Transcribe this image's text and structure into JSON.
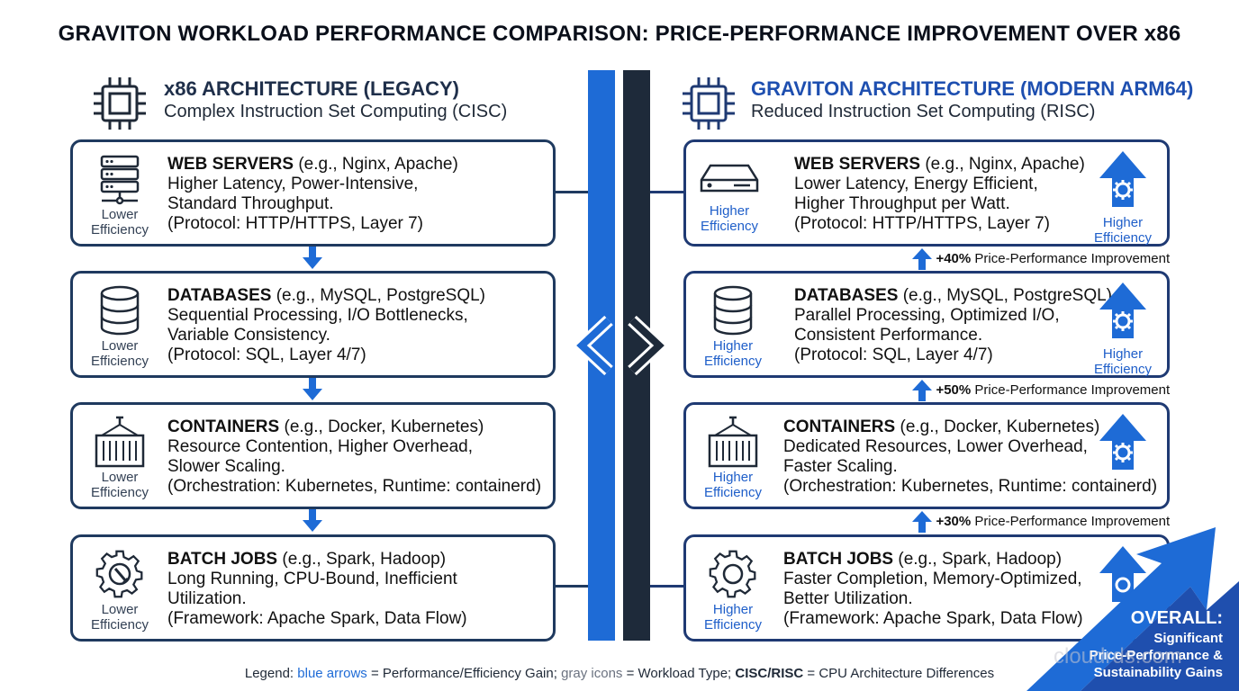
{
  "title": "GRAVITON WORKLOAD PERFORMANCE COMPARISON: PRICE-PERFORMANCE IMPROVEMENT OVER x86",
  "left": {
    "title": "x86 ARCHITECTURE (LEGACY)",
    "subtitle": "Complex Instruction Set Computing (CISC)",
    "icon": "cpu-chip-icon",
    "cards": [
      {
        "name": "WEB SERVERS",
        "examples": " (e.g., Nginx, Apache)",
        "line1": "Higher Latency, Power-Intensive,",
        "line2": "Standard Throughput.",
        "line3": "(Protocol: HTTP/HTTPS, Layer 7)",
        "efficiency": "Lower Efficiency",
        "eff1": "Lower",
        "eff2": "Efficiency",
        "icon": "server-rack-icon"
      },
      {
        "name": "DATABASES",
        "examples": " (e.g., MySQL, PostgreSQL)",
        "line1": "Sequential Processing, I/O Bottlenecks,",
        "line2": "Variable Consistency.",
        "line3": "(Protocol: SQL, Layer 4/7)",
        "efficiency": "Lower Efficiency",
        "eff1": "Lower",
        "eff2": "Efficiency",
        "icon": "database-icon"
      },
      {
        "name": "CONTAINERS",
        "examples": " (e.g., Docker, Kubernetes)",
        "line1": "Resource Contention, Higher Overhead,",
        "line2": "Slower Scaling.",
        "line3": "(Orchestration: Kubernetes, Runtime: containerd)",
        "efficiency": "Lower Efficiency",
        "eff1": "Lower",
        "eff2": "Efficiency",
        "icon": "shipping-container-icon"
      },
      {
        "name": "BATCH JOBS",
        "examples": " (e.g., Spark, Hadoop)",
        "line1": "Long Running, CPU-Bound, Inefficient",
        "line2": "Utilization.",
        "line3": "(Framework: Apache Spark, Data Flow)",
        "efficiency": "Lower Efficiency",
        "eff1": "Lower",
        "eff2": "Efficiency",
        "icon": "gear-wrench-icon"
      }
    ]
  },
  "right": {
    "title": "GRAVITON ARCHITECTURE (MODERN ARM64)",
    "subtitle": "Reduced Instruction Set Computing (RISC)",
    "icon": "cpu-chip-icon",
    "cards": [
      {
        "name": "WEB SERVERS",
        "examples": " (e.g., Nginx, Apache)",
        "line1": "Lower Latency, Energy Efficient,",
        "line2": "Higher Throughput per Watt.",
        "line3": "(Protocol: HTTP/HTTPS, Layer 7)",
        "eff1": "Higher",
        "eff2": "Efficiency",
        "icon": "server-box-icon"
      },
      {
        "name": "DATABASES",
        "examples": " (e.g., MySQL, PostgreSQL)",
        "line1": "Parallel Processing, Optimized I/O,",
        "line2": "Consistent Performance.",
        "line3": "(Protocol: SQL, Layer 4/7)",
        "eff1": "Higher",
        "eff2": "Efficiency",
        "icon": "database-icon"
      },
      {
        "name": "CONTAINERS",
        "examples": " (e.g., Docker, Kubernetes)",
        "line1": "Dedicated Resources, Lower Overhead,",
        "line2": "Faster Scaling.",
        "line3": "(Orchestration: Kubernetes, Runtime: containerd)",
        "eff1": "Higher",
        "eff2": "Efficiency",
        "icon": "shipping-container-icon"
      },
      {
        "name": "BATCH JOBS",
        "examples": " (e.g., Spark, Hadoop)",
        "line1": "Faster Completion, Memory-Optimized,",
        "line2": "Better Utilization.",
        "line3": "(Framework: Apache Spark, Data Flow)",
        "eff1": "Higher",
        "eff2": "Efficiency",
        "icon": "gear-icon"
      }
    ],
    "gain_badge": {
      "eff1": "Higher",
      "eff2": "Efficiency",
      "icon": "up-arrow-gear-icon"
    }
  },
  "improvements": [
    {
      "pct": "+40%",
      "label": " Price-Performance Improvement"
    },
    {
      "pct": "+50%",
      "label": " Price-Performance Improvement"
    },
    {
      "pct": "+30%",
      "label": " Price-Performance Improvement"
    }
  ],
  "overall": {
    "title": "OVERALL:",
    "line1": "Significant",
    "line2": "Price-Performance &",
    "line3": "Sustainability Gains"
  },
  "legend": {
    "blue": "blue arrows",
    "blue_desc": " = Performance/Efficiency Gain; ",
    "gray": "gray icons",
    "gray_desc": " = Workload Type; ",
    "cisc": "CISC/RISC",
    "cisc_desc": " = CPU Architecture Differences",
    "prefix": "Legend: "
  },
  "watermark": "cloudrds.com",
  "colors": {
    "accent_blue": "#1e6bd6",
    "navy": "#1f3a5f",
    "dark_bar": "#1e2a3a"
  }
}
